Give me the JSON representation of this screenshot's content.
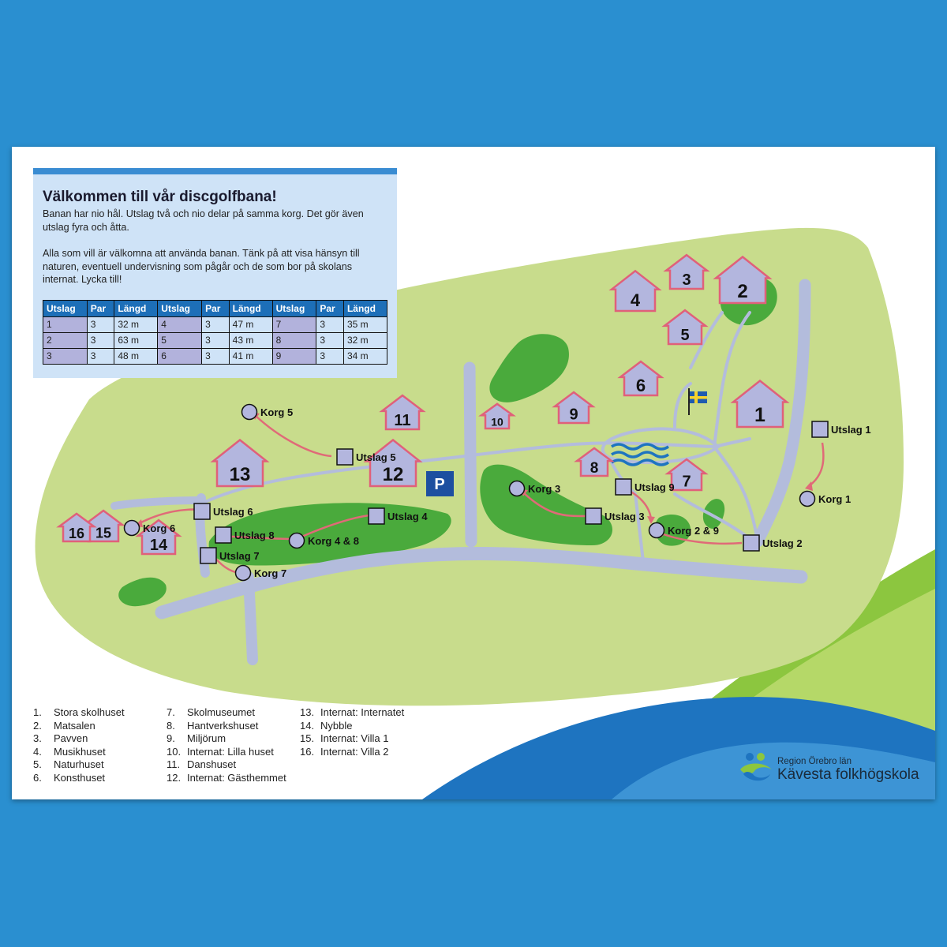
{
  "info": {
    "title": "Välkommen till vår discgolfbana!",
    "para1": "Banan har nio hål. Utslag två och nio delar på samma korg. Det gör även utslag fyra och åtta.",
    "para2": "Alla som vill är välkomna att använda banan. Tänk på att visa hänsyn till naturen, eventuell undervisning som pågår och de som bor på skolans internat. Lycka till!"
  },
  "table": {
    "headers": [
      "Utslag",
      "Par",
      "Längd",
      "Utslag",
      "Par",
      "Längd",
      "Utslag",
      "Par",
      "Längd"
    ],
    "rows": [
      [
        "1",
        "3",
        "32 m",
        "4",
        "3",
        "47 m",
        "7",
        "3",
        "35 m"
      ],
      [
        "2",
        "3",
        "63 m",
        "5",
        "3",
        "43 m",
        "8",
        "3",
        "32 m"
      ],
      [
        "3",
        "3",
        "48 m",
        "6",
        "3",
        "41 m",
        "9",
        "3",
        "34 m"
      ]
    ]
  },
  "map": {
    "houses": [
      "1",
      "2",
      "3",
      "4",
      "5",
      "6",
      "7",
      "8",
      "9",
      "10",
      "11",
      "12",
      "13",
      "14",
      "15",
      "16"
    ],
    "tees": [
      "Utslag 1",
      "Utslag 2",
      "Utslag 3",
      "Utslag 4",
      "Utslag 5",
      "Utslag 6",
      "Utslag 7",
      "Utslag 8",
      "Utslag 9"
    ],
    "baskets": [
      "Korg 1",
      "Korg 2 & 9",
      "Korg 3",
      "Korg 4 & 8",
      "Korg 5",
      "Korg 6",
      "Korg 7"
    ],
    "parking": "P",
    "colors": {
      "grass": "#c8dc8c",
      "forest": "#4aaa3c",
      "road": "#b3bcdc",
      "house_fill": "#b3b6de",
      "house_stroke": "#e0607a",
      "arrow": "#e06a78",
      "water": "#1e74c0"
    }
  },
  "legend": {
    "col1": [
      {
        "n": "1.",
        "t": "Stora skolhuset"
      },
      {
        "n": "2.",
        "t": "Matsalen"
      },
      {
        "n": "3.",
        "t": "Pavven"
      },
      {
        "n": "4.",
        "t": "Musikhuset"
      },
      {
        "n": "5.",
        "t": "Naturhuset"
      },
      {
        "n": "6.",
        "t": "Konsthuset"
      }
    ],
    "col2": [
      {
        "n": "7.",
        "t": "Skolmuseumet"
      },
      {
        "n": "8.",
        "t": "Hantverkshuset"
      },
      {
        "n": "9.",
        "t": "Miljörum"
      },
      {
        "n": "10.",
        "t": "Internat: Lilla huset"
      },
      {
        "n": "11.",
        "t": "Danshuset"
      },
      {
        "n": "12.",
        "t": "Internat: Gästhemmet"
      }
    ],
    "col3": [
      {
        "n": "13.",
        "t": "Internat: Internatet"
      },
      {
        "n": "14.",
        "t": "Nybble"
      },
      {
        "n": "15.",
        "t": "Internat: Villa 1"
      },
      {
        "n": "16.",
        "t": "Internat: Villa 2"
      }
    ]
  },
  "logo": {
    "line1": "Region Örebro län",
    "line2": "Kävesta folkhögskola"
  }
}
